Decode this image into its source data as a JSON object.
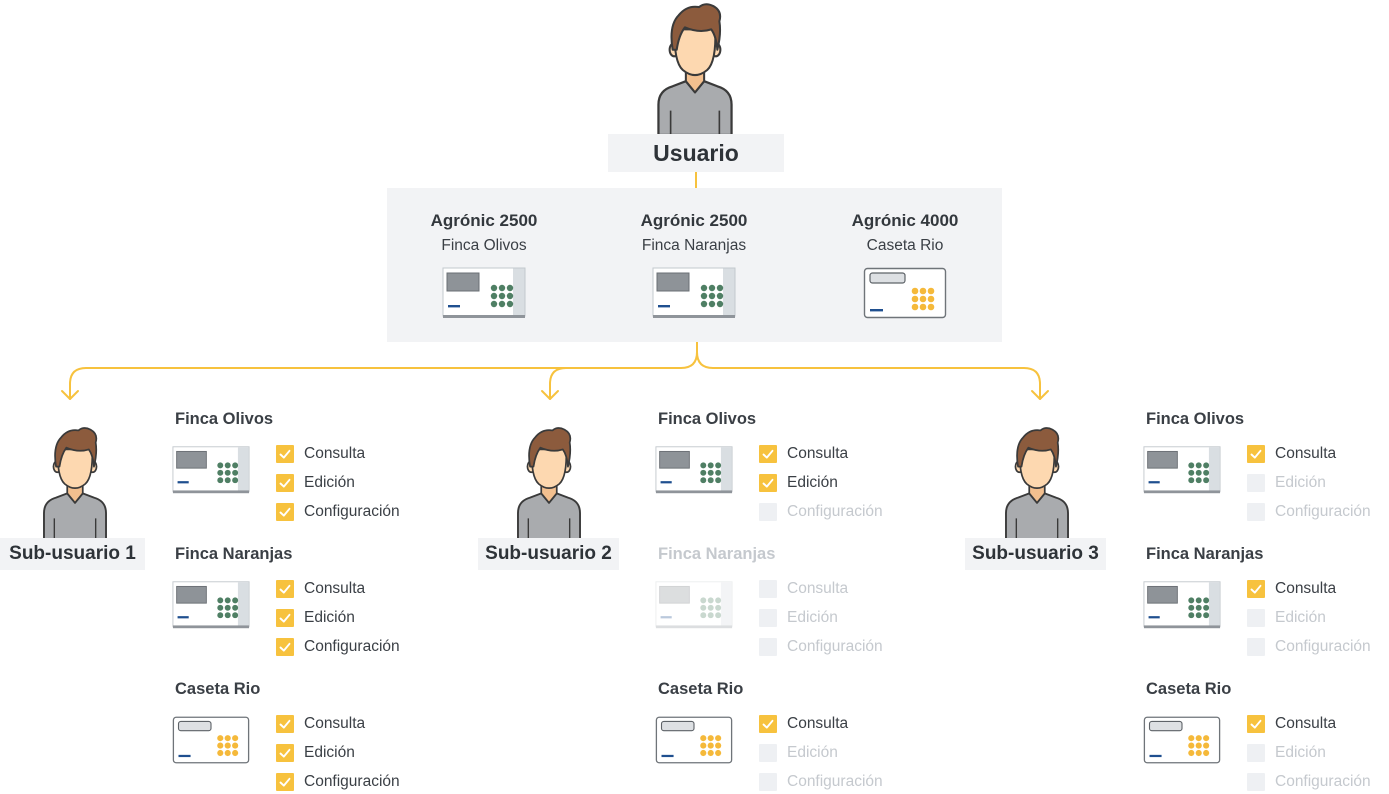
{
  "diagram": {
    "user": {
      "label": "Usuario",
      "icon": "person-icon"
    },
    "devices": [
      {
        "model": "Agrónic 2500",
        "name": "Finca Olivos",
        "icon": "agronic-2500-icon"
      },
      {
        "model": "Agrónic 2500",
        "name": "Finca Naranjas",
        "icon": "agronic-2500-icon"
      },
      {
        "model": "Agrónic 4000",
        "name": "Caseta Rio",
        "icon": "agronic-4000-icon"
      }
    ],
    "sub_users": [
      {
        "label": "Sub-usuario 1",
        "icon": "person-icon",
        "devices": [
          {
            "name": "Finca Olivos",
            "icon": "agronic-2500-icon",
            "permissions": [
              {
                "label": "Consulta",
                "checked": true
              },
              {
                "label": "Edición",
                "checked": true
              },
              {
                "label": "Configuración",
                "checked": true
              }
            ]
          },
          {
            "name": "Finca Naranjas",
            "icon": "agronic-2500-icon",
            "permissions": [
              {
                "label": "Consulta",
                "checked": true
              },
              {
                "label": "Edición",
                "checked": true
              },
              {
                "label": "Configuración",
                "checked": true
              }
            ]
          },
          {
            "name": "Caseta Rio",
            "icon": "agronic-4000-icon",
            "permissions": [
              {
                "label": "Consulta",
                "checked": true
              },
              {
                "label": "Edición",
                "checked": true
              },
              {
                "label": "Configuración",
                "checked": true
              }
            ]
          }
        ]
      },
      {
        "label": "Sub-usuario 2",
        "icon": "person-icon",
        "devices": [
          {
            "name": "Finca Olivos",
            "icon": "agronic-2500-icon",
            "permissions": [
              {
                "label": "Consulta",
                "checked": true
              },
              {
                "label": "Edición",
                "checked": true
              },
              {
                "label": "Configuración",
                "checked": false
              }
            ]
          },
          {
            "name": "Finca Naranjas",
            "icon": "agronic-2500-icon",
            "permissions": [
              {
                "label": "Consulta",
                "checked": false
              },
              {
                "label": "Edición",
                "checked": false
              },
              {
                "label": "Configuración",
                "checked": false
              }
            ]
          },
          {
            "name": "Caseta Rio",
            "icon": "agronic-4000-icon",
            "permissions": [
              {
                "label": "Consulta",
                "checked": true
              },
              {
                "label": "Edición",
                "checked": false
              },
              {
                "label": "Configuración",
                "checked": false
              }
            ]
          }
        ]
      },
      {
        "label": "Sub-usuario 3",
        "icon": "person-icon",
        "devices": [
          {
            "name": "Finca Olivos",
            "icon": "agronic-2500-icon",
            "permissions": [
              {
                "label": "Consulta",
                "checked": true
              },
              {
                "label": "Edición",
                "checked": false
              },
              {
                "label": "Configuración",
                "checked": false
              }
            ]
          },
          {
            "name": "Finca Naranjas",
            "icon": "agronic-2500-icon",
            "permissions": [
              {
                "label": "Consulta",
                "checked": true
              },
              {
                "label": "Edición",
                "checked": false
              },
              {
                "label": "Configuración",
                "checked": false
              }
            ]
          },
          {
            "name": "Caseta Rio",
            "icon": "agronic-4000-icon",
            "permissions": [
              {
                "label": "Consulta",
                "checked": true
              },
              {
                "label": "Edición",
                "checked": false
              },
              {
                "label": "Configuración",
                "checked": false
              }
            ]
          }
        ]
      }
    ]
  },
  "colors": {
    "accent": "#F7C23E",
    "panel_background": "#F2F3F5",
    "text": "#3A3F45",
    "text_disabled": "#C5C9CE",
    "checkbox_unchecked": "#EEF0F3",
    "keypad_2500": "#4F7F64",
    "keypad_4000": "#F5B93A",
    "device_logo": "#1F4F8F",
    "avatar_hair": "#8C5B3D",
    "avatar_skin": "#FDD8B0",
    "avatar_shirt": "#A9ABAE"
  }
}
